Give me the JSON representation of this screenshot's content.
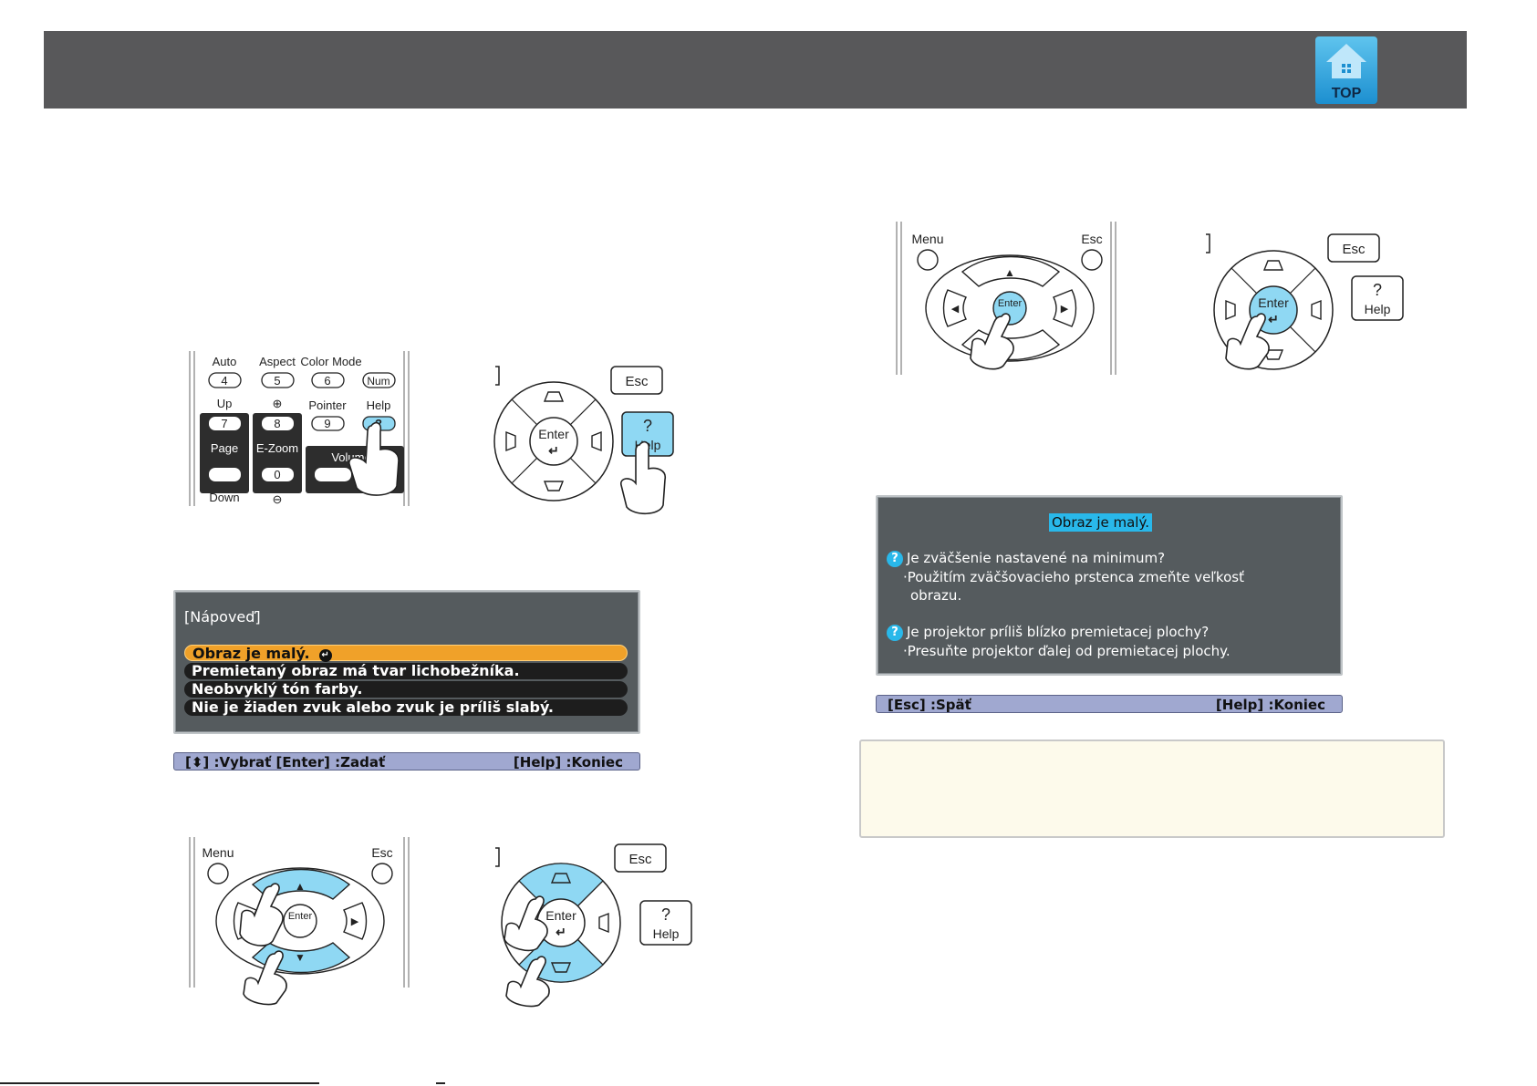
{
  "header": {
    "logo_label": "TOP"
  },
  "remote_numpad": {
    "row1_labels": [
      "Auto",
      "Aspect",
      "Color Mode"
    ],
    "row1_keys": [
      "4",
      "5",
      "6",
      "Num"
    ],
    "row2_labels": [
      "Up",
      "⊕",
      "Pointer",
      "Help"
    ],
    "row2_keys": [
      "7",
      "8",
      "9",
      "?"
    ],
    "page_label": "Page",
    "ezoom_label": "E-Zoom",
    "volume_label": "Volume",
    "zero_key": "0",
    "bottom_labels": [
      "Down",
      "⊖"
    ]
  },
  "projector_panel_help": {
    "esc": "Esc",
    "enter": "Enter",
    "help_q": "?",
    "help": "Help"
  },
  "help_menu": {
    "title": "[Nápoveď]",
    "items": [
      "Obraz je malý.",
      "Premietaný obraz má tvar lichobežníka.",
      "Neobvyklý tón farby.",
      "Nie je žiaden zvuk alebo zvuk je príliš slabý."
    ],
    "status_left": "[⬍] :Vybrať   [Enter] :Zadať",
    "status_right": "[Help] :Koniec"
  },
  "remote_arrows": {
    "menu": "Menu",
    "esc": "Esc",
    "enter": "Enter",
    "up": "▲",
    "down": "▼",
    "left": "◀",
    "right": "▶"
  },
  "help_detail": {
    "title": "Obraz je malý.",
    "q1": "Je zväčšenie nastavené na minimum?",
    "a1_line1": "·Použitím zväčšovacieho prstenca zmeňte veľkosť",
    "a1_line2": "obrazu.",
    "q2": "Je projektor príliš blízko premietacej plochy?",
    "a2": "·Presuňte projektor ďalej od premietacej plochy.",
    "status_left": "[Esc] :Späť",
    "status_right": "[Help] :Koniec"
  }
}
